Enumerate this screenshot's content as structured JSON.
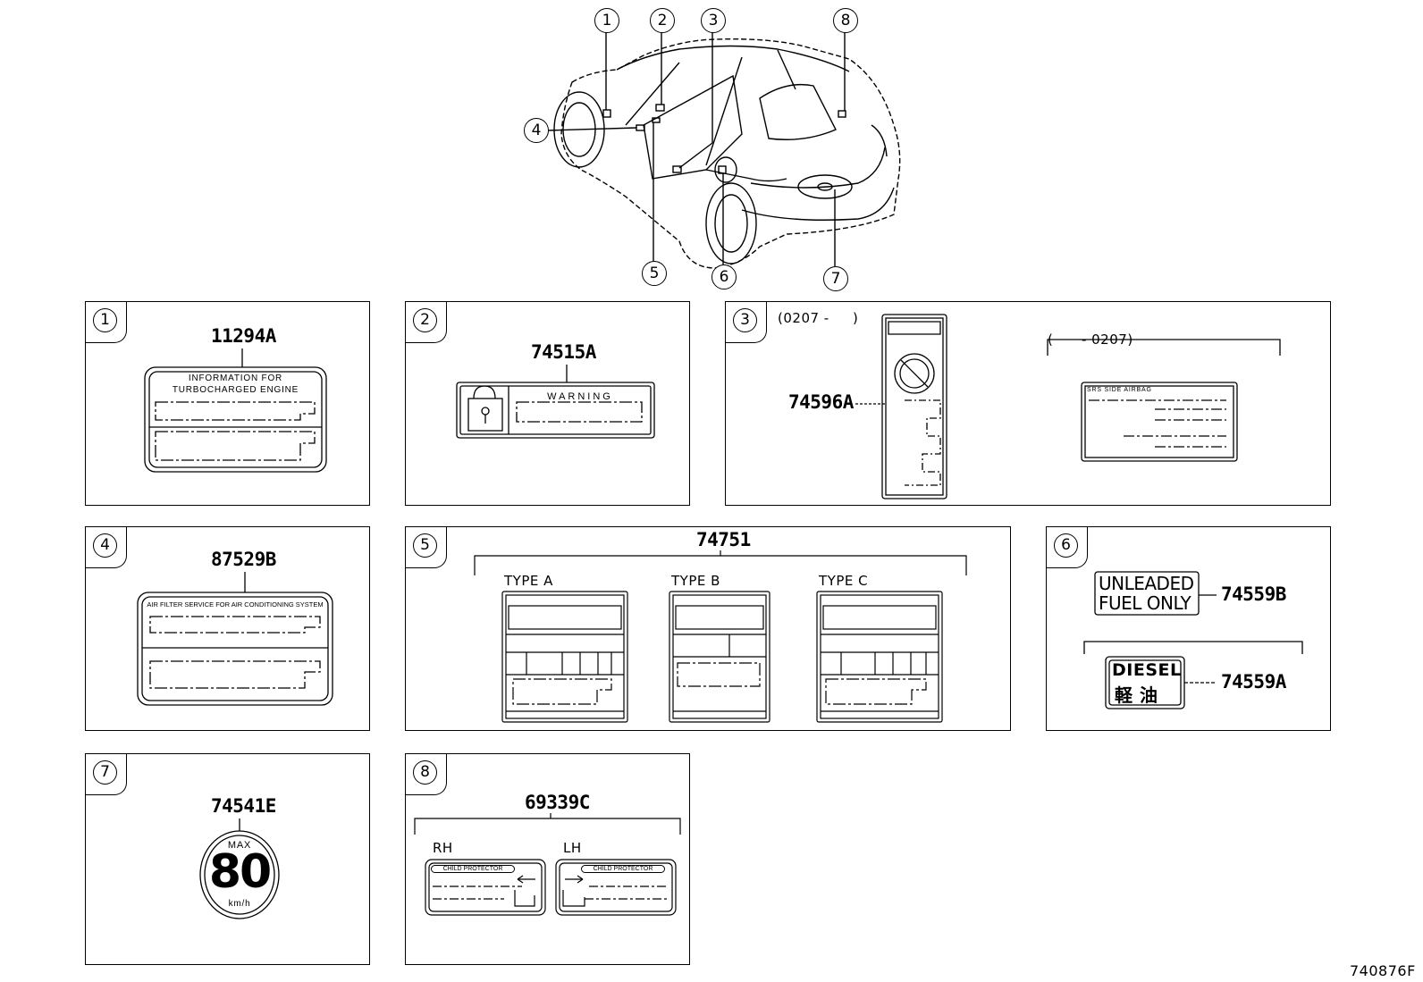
{
  "diagram_id": "740876F",
  "callouts": [
    "1",
    "2",
    "3",
    "4",
    "5",
    "6",
    "7",
    "8"
  ],
  "panels": {
    "p1": {
      "num": "1",
      "part": "11294A",
      "line1": "INFORMATION FOR",
      "line2": "TURBOCHARGED ENGINE"
    },
    "p2": {
      "num": "2",
      "part": "74515A",
      "warning": "WARNING"
    },
    "p3": {
      "num": "3",
      "range_new": "(0207 -     )",
      "range_old": "(      - 0207)",
      "part": "74596A",
      "srs": "SRS  SIDE  AIRBAG"
    },
    "p4": {
      "num": "4",
      "part": "87529B",
      "header": "AIR FILTER SERVICE FOR AIR CONDITIONING SYSTEM"
    },
    "p5": {
      "num": "5",
      "part": "74751",
      "type_a": "TYPE A",
      "type_b": "TYPE B",
      "type_c": "TYPE C"
    },
    "p6": {
      "num": "6",
      "unleaded_1": "UNLEADED",
      "unleaded_2": "FUEL ONLY",
      "part_b": "74559B",
      "diesel": "DIESEL",
      "diesel_jp": "軽 油",
      "part_a": "74559A"
    },
    "p7": {
      "num": "7",
      "part": "74541E",
      "max": "MAX",
      "speed": "80",
      "unit": "km/h"
    },
    "p8": {
      "num": "8",
      "part": "69339C",
      "rh": "RH",
      "lh": "LH",
      "child": "CHILD PROTECTOR"
    }
  }
}
